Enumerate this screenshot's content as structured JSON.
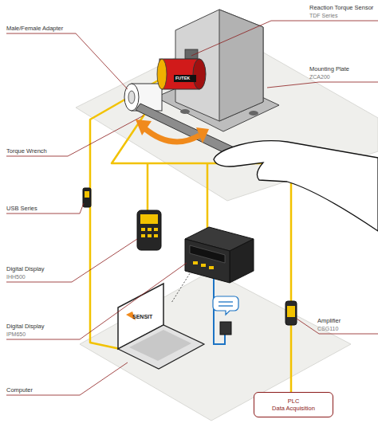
{
  "diagram": {
    "nodes": [
      {
        "text": [
          "PLC",
          "Data Acquisition"
        ]
      }
    ],
    "labels": [
      "Male/Female Adapter",
      "Reaction Torque Sensor",
      "TDF Series",
      "Mounting Plate",
      "ZCA200",
      "Torque Wrench",
      "USB Series",
      "Digital Display",
      "IHH500",
      "Digital Display",
      "IPM650",
      "Computer",
      "Amplifier",
      "CSG110",
      "FUTEK",
      "SENSIT"
    ]
  }
}
